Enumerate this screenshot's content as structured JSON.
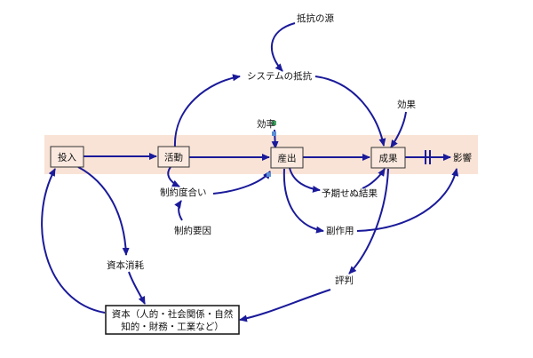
{
  "diagram": {
    "band_color": "#f9e3d6",
    "arrow_color": "#1a1a9a",
    "stocks": {
      "input": "投入",
      "activity": "活動",
      "output": "産出",
      "outcome": "成果"
    },
    "labels": {
      "impact": "影響",
      "source_resistance": "抵抗の源",
      "system_resistance": "システムの抵抗",
      "efficiency": "効率",
      "effect": "効果",
      "constraint_degree": "制約度合い",
      "constraint_factor": "制約要因",
      "unexpected_result": "予期せぬ結果",
      "side_effect": "副作用",
      "capital_consumption": "資本消耗",
      "reputation": "評判"
    },
    "capital": {
      "line1": "資本（人的・社会関係・自然",
      "line2": "知的・財務・工業など）"
    }
  }
}
